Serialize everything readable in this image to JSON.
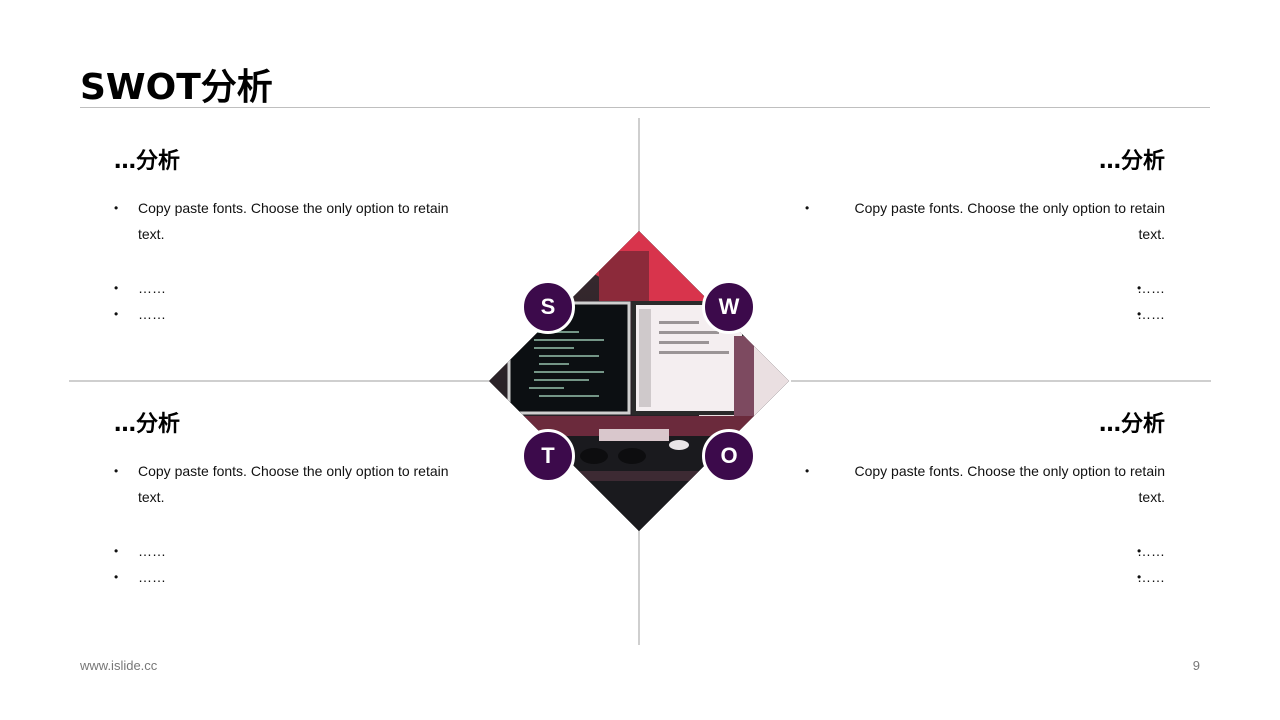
{
  "slide": {
    "title": "SWOT分析",
    "footer_url": "www.islide.cc",
    "page_number": "9"
  },
  "quadrants": {
    "top_left": {
      "heading": "…分析",
      "bullets": [
        "Copy paste fonts. Choose the only option to retain text.",
        "……",
        "……"
      ]
    },
    "top_right": {
      "heading": "…分析",
      "bullets": [
        "Copy paste fonts. Choose the only option to retain text.",
        "……",
        "……"
      ]
    },
    "bottom_left": {
      "heading": "…分析",
      "bullets": [
        "Copy paste fonts. Choose the only option to retain text.",
        "……",
        "……"
      ]
    },
    "bottom_right": {
      "heading": "…分析",
      "bullets": [
        "Copy paste fonts. Choose the only option to retain text.",
        "……",
        "……"
      ]
    }
  },
  "swot_badges": {
    "s": "S",
    "w": "W",
    "t": "T",
    "o": "O"
  },
  "colors": {
    "badge": "#3c0a4b",
    "accent_photo": "#d8344c"
  },
  "center_image": "desk-with-computer-monitors-photo"
}
